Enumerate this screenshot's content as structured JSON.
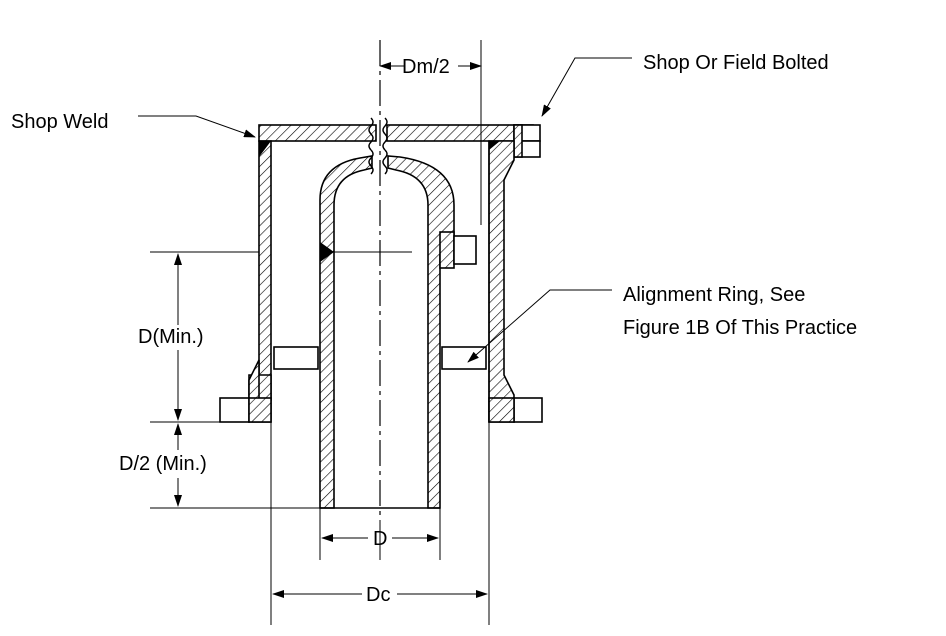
{
  "labels": {
    "shop_field_bolted": "Shop Or Field Bolted",
    "shop_weld": "Shop Weld",
    "alignment_ring_line1": "Alignment Ring, See",
    "alignment_ring_line2": "Figure 1B Of This Practice"
  },
  "dimensions": {
    "dm_half": "Dm/2",
    "d_min": "D(Min.)",
    "d_half_min": "D/2 (Min.)",
    "d": "D",
    "dc": "Dc"
  }
}
